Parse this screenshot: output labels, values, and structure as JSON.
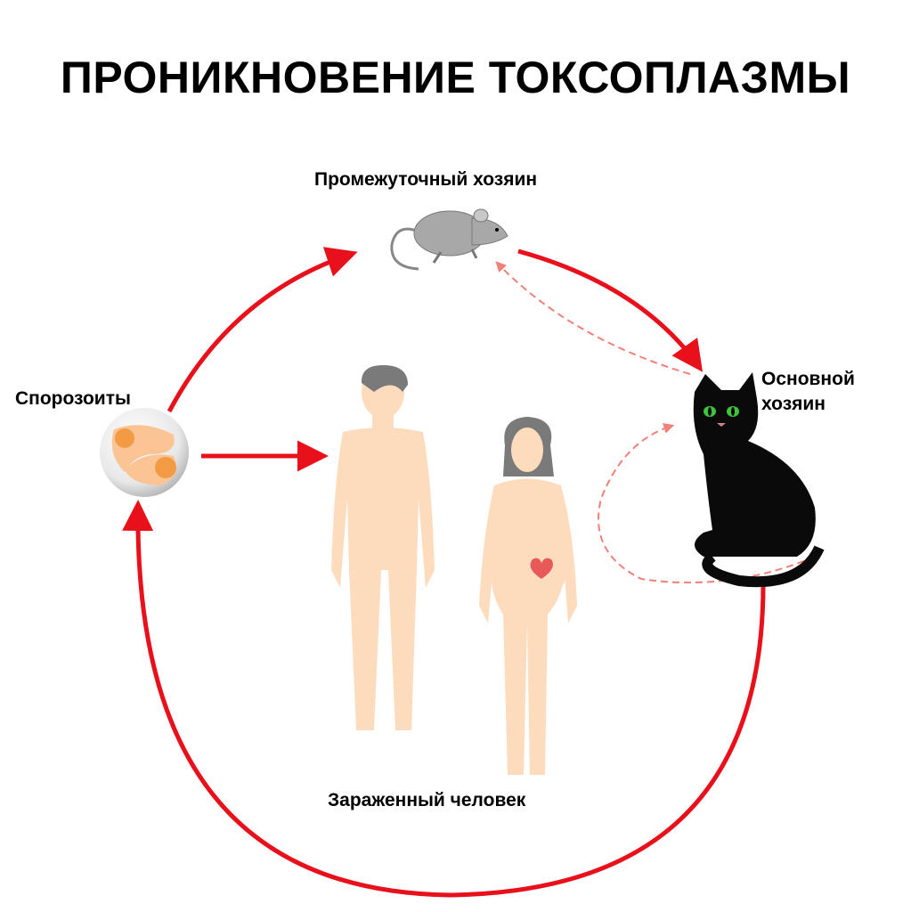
{
  "title": "ПРОНИКНОВЕНИЕ ТОКСОПЛАЗМЫ",
  "labels": {
    "intermediate_host": "Промежуточный хозяин",
    "main_host_line1": "Основной",
    "main_host_line2": "хозяин",
    "sporozoites": "Спорозоиты",
    "infected_human": "Зараженный человек"
  },
  "colors": {
    "arrow": "#e8101a",
    "dashed": "#f08078",
    "skin": "#fddcbe",
    "hair": "#7a7a7a",
    "cat": "#0a0a0a",
    "mouse": "#a8a8a8"
  }
}
